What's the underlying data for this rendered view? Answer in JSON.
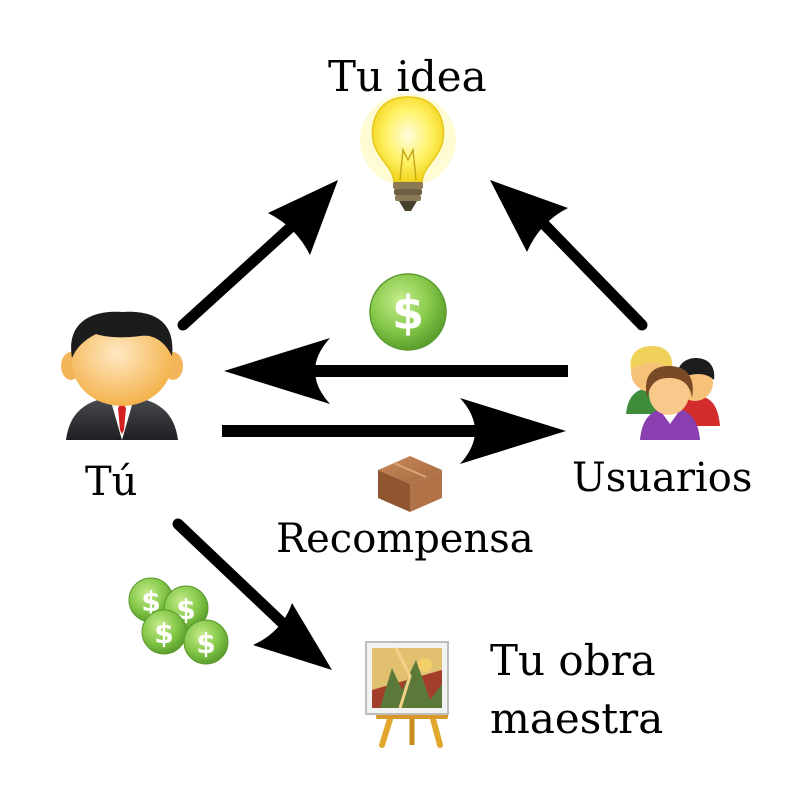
{
  "nodes": {
    "idea": {
      "label": "Tu idea",
      "icon": "light-bulb-icon"
    },
    "you": {
      "label": "Tú",
      "icon": "businessman-icon"
    },
    "users": {
      "label": "Usuarios",
      "icon": "users-group-icon"
    },
    "reward": {
      "label": "Recompensa",
      "icon": "package-box-icon"
    },
    "work": {
      "label_line1": "Tu obra",
      "label_line2": "maestra",
      "icon": "painting-easel-icon"
    }
  },
  "money_icons": {
    "single": "dollar-coin-icon",
    "pile": "dollar-coins-pile-icon"
  },
  "colors": {
    "arrow": "#000000",
    "coin": "#7cc241",
    "bulb": "#fff04a",
    "box": "#a0623a"
  }
}
